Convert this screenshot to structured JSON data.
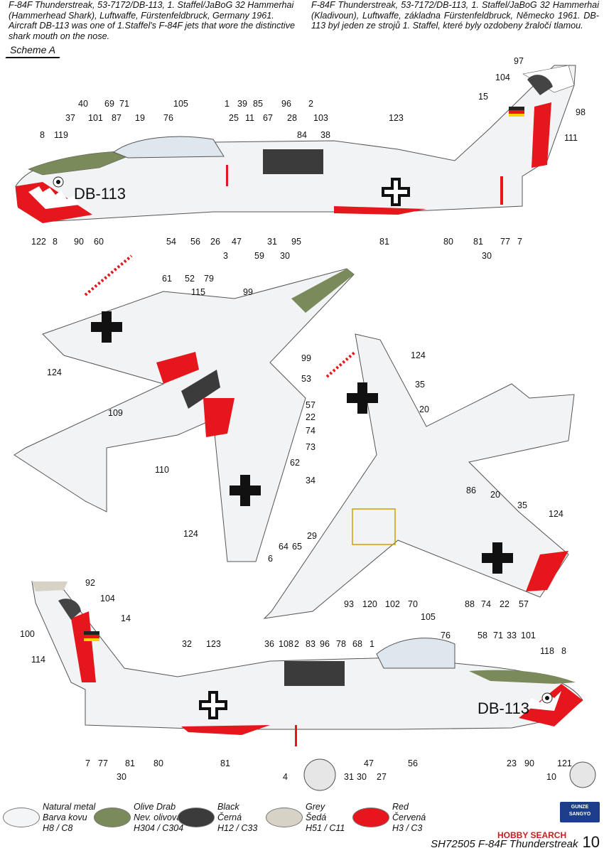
{
  "header": {
    "english": "F-84F Thunderstreak, 53-7172/DB-113, 1. Staffel/JaBoG 32 Hammerhai (Hammerhead Shark), Luftwaffe, Fürstenfeldbruck, Germany 1961. Aircraft DB-113 was one of 1.Staffel's F-84F jets that wore the distinctive shark mouth on the nose.",
    "czech": "F-84F Thunderstreak, 53-7172/DB-113, 1. Staffel/JaBoG 32 Hammerhai (Kladivoun), Luftwaffe, základna Fürstenfeldbruck, Německo 1961. DB-113 byl jeden ze strojů 1. Staffel, které byly ozdobeny žraločí tlamou."
  },
  "scheme_label": "Scheme A",
  "aircraft_code": "DB-113",
  "callouts": {
    "side_top": [
      "1",
      "39",
      "85",
      "96",
      "2",
      "40",
      "69",
      "71",
      "37",
      "101",
      "87",
      "19",
      "76",
      "105",
      "25",
      "11",
      "67",
      "28",
      "84",
      "103",
      "8",
      "119",
      "38",
      "123",
      "15",
      "104",
      "97",
      "98",
      "111",
      "122",
      "8",
      "90",
      "60",
      "54",
      "56",
      "26",
      "47",
      "3",
      "59",
      "31",
      "30",
      "95",
      "81",
      "80",
      "81",
      "30",
      "77",
      "7"
    ],
    "plan_top": [
      "61",
      "52",
      "79",
      "115",
      "99",
      "99",
      "53",
      "124",
      "109",
      "110",
      "62",
      "124"
    ],
    "plan_bottom": [
      "124",
      "35",
      "20",
      "57",
      "22",
      "74",
      "73",
      "34",
      "86",
      "20",
      "35",
      "124",
      "29",
      "64",
      "65",
      "6",
      "93",
      "120",
      "102",
      "70",
      "88",
      "74",
      "22",
      "57"
    ],
    "side_bottom": [
      "92",
      "104",
      "14",
      "100",
      "114",
      "32",
      "123",
      "36",
      "108",
      "2",
      "83",
      "96",
      "78",
      "68",
      "1",
      "105",
      "76",
      "58",
      "71",
      "33",
      "101",
      "118",
      "8",
      "7",
      "77",
      "30",
      "81",
      "80",
      "81",
      "4",
      "31",
      "30",
      "47",
      "27",
      "56",
      "23",
      "90",
      "10",
      "121"
    ]
  },
  "legend": [
    {
      "name": "Natural metal",
      "cz": "Barva kovu",
      "code": "H8 / C8",
      "color": "#f4f5f6"
    },
    {
      "name": "Olive Drab",
      "cz": "Nev. olivová",
      "code": "H304 / C304",
      "color": "#7a8a5a"
    },
    {
      "name": "Black",
      "cz": "Černá",
      "code": "H12 / C33",
      "color": "#3b3b3b"
    },
    {
      "name": "Grey",
      "cz": "Šedá",
      "code": "H51 / C11",
      "color": "#d6d2c6"
    },
    {
      "name": "Red",
      "cz": "Červená",
      "code": "H3 / C3",
      "color": "#e5171c"
    }
  ],
  "footer": {
    "title": "SH72505  F-84F Thunderstreak",
    "page": "10"
  },
  "brand": {
    "line1": "GUNZE",
    "line2": "SANGYO"
  },
  "watermark": "HOBBY SEARCH"
}
